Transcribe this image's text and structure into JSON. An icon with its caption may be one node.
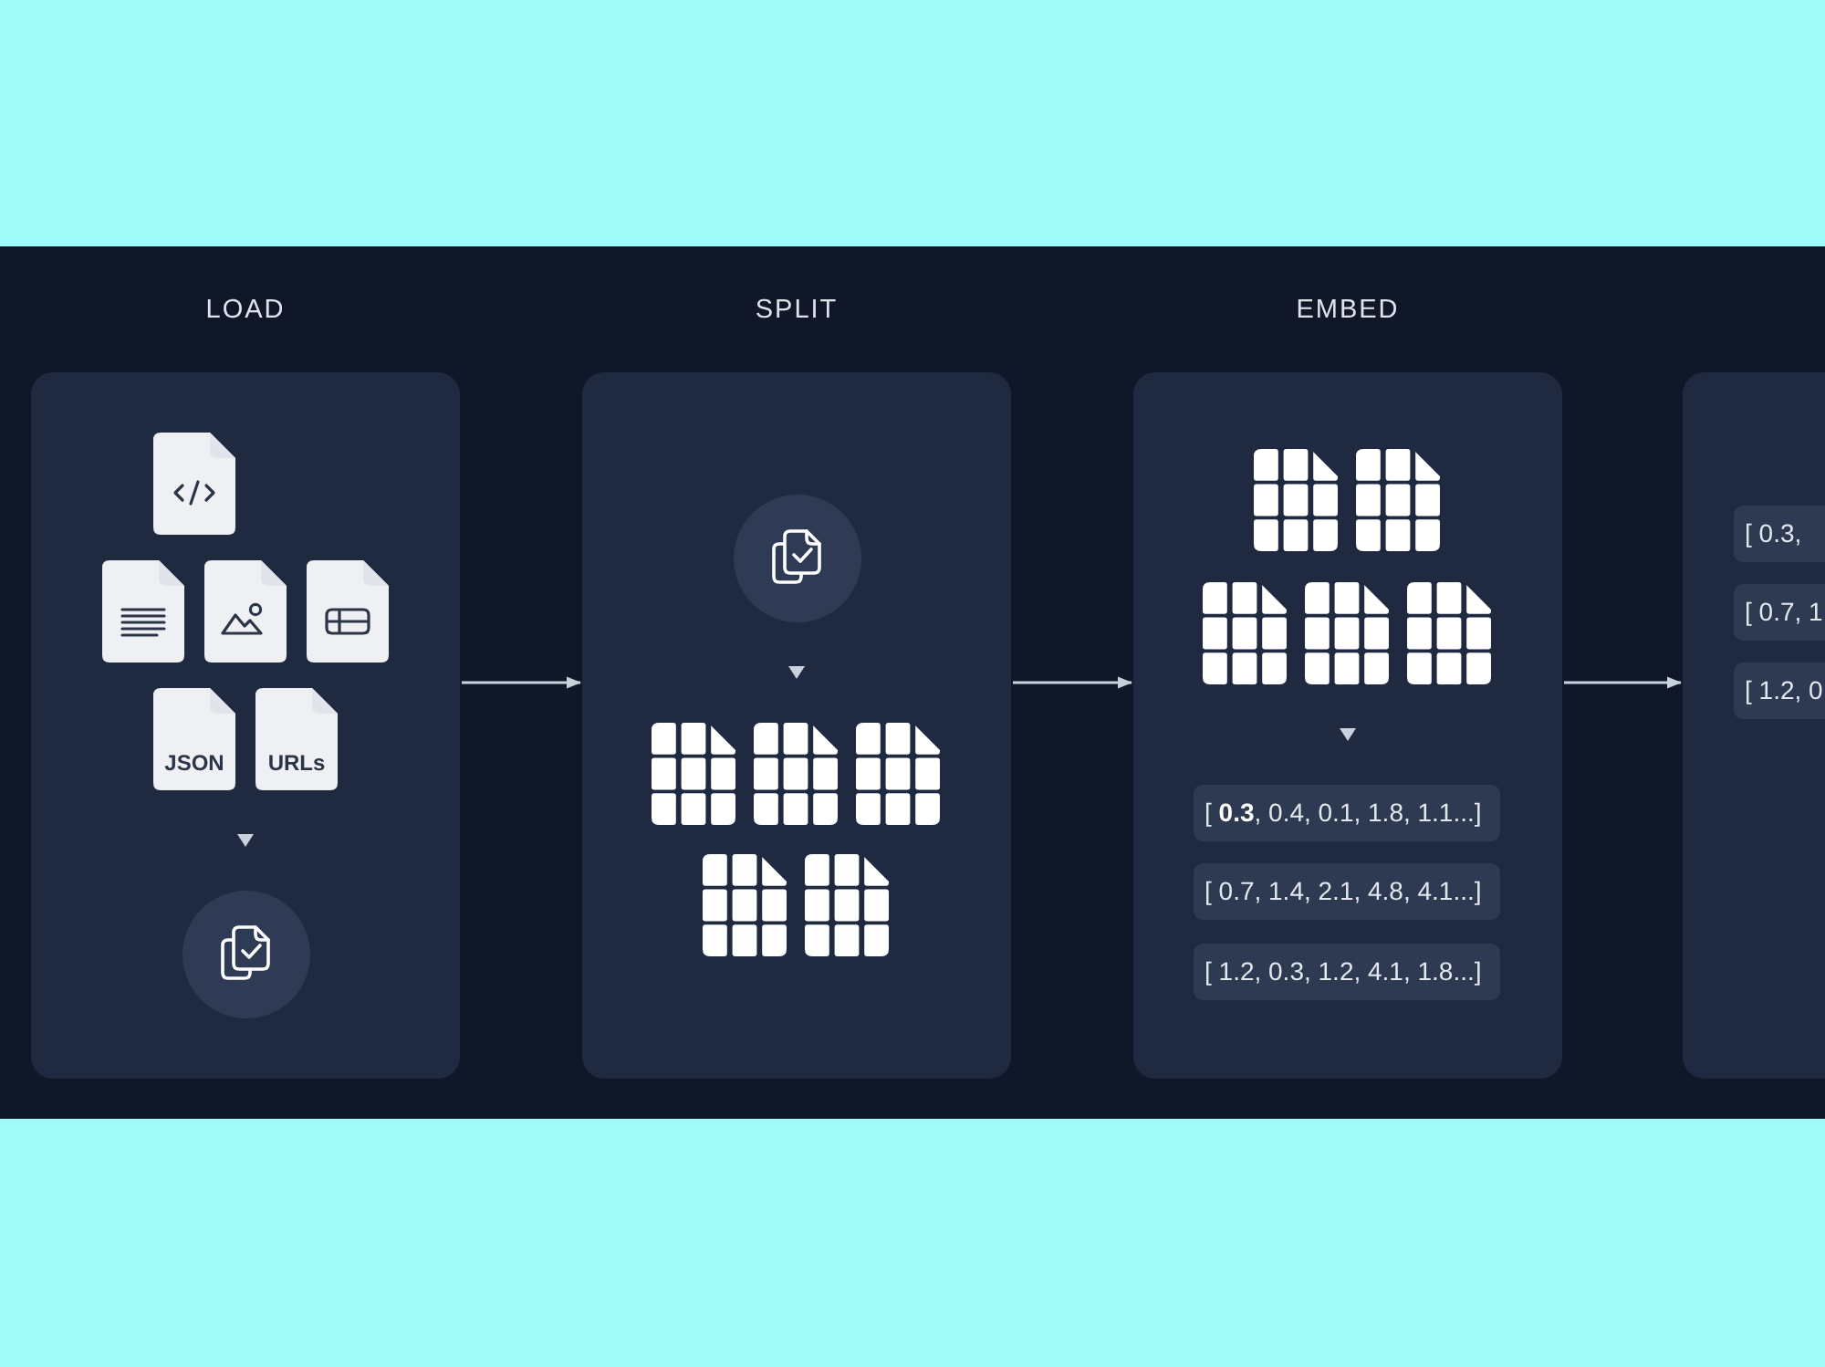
{
  "diagram": {
    "nodes": [
      {
        "text": [
          "LOAD"
        ]
      },
      {
        "text": [],
        "shape": "document",
        "in": 0
      },
      {
        "text": [],
        "shape": "document",
        "in": 0
      },
      {
        "text": [],
        "shape": "document",
        "in": 0
      },
      {
        "text": [],
        "shape": "document",
        "in": 0
      },
      {
        "text": [
          "JSON"
        ],
        "in": 0
      },
      {
        "text": [
          "URLs"
        ],
        "in": 0
      },
      {
        "text": [],
        "shape": "circle",
        "in": 0
      },
      {
        "text": [
          "SPLIT"
        ]
      },
      {
        "text": [],
        "shape": "circle",
        "in": 8
      },
      {
        "text": [],
        "shape": "document",
        "in": 8
      },
      {
        "text": [],
        "shape": "document",
        "in": 8
      },
      {
        "text": [],
        "shape": "document",
        "in": 8
      },
      {
        "text": [],
        "shape": "document",
        "in": 8
      },
      {
        "text": [],
        "shape": "document",
        "in": 8
      },
      {
        "text": [
          "EMBED"
        ]
      },
      {
        "text": [],
        "shape": "document",
        "in": 15
      },
      {
        "text": [],
        "shape": "document",
        "in": 15
      },
      {
        "text": [],
        "shape": "document",
        "in": 15
      },
      {
        "text": [],
        "shape": "document",
        "in": 15
      },
      {
        "text": [],
        "shape": "document",
        "in": 15
      },
      {
        "text": [
          "[ **0.3**, 0.4, 0.1, 1.8, 1.1...]"
        ],
        "in": 15
      },
      {
        "text": [
          "[ 0.7, 1.4, 2.1, 4.8, 4.1...]"
        ],
        "in": 15
      },
      {
        "text": [
          "[ 1.2, 0.3, 1.2, 4.1, 1.8...]"
        ],
        "in": 15
      },
      {
        "text": [],
        "shape": "box"
      },
      {
        "text": [
          "[ 0.3,"
        ],
        "in": 24
      },
      {
        "text": [
          "[ 0.7, 1"
        ],
        "in": 24
      },
      {
        "text": [
          "[ 1.2, 0"
        ],
        "in": 24
      }
    ],
    "edges": [
      {
        "from": 5,
        "to": 7,
        "arrow": "to"
      },
      {
        "from": 6,
        "to": 7,
        "arrow": "to"
      },
      {
        "from": 0,
        "to": 8,
        "arrow": "to"
      },
      {
        "from": 9,
        "to": 11,
        "arrow": "to"
      },
      {
        "from": 8,
        "to": 15,
        "arrow": "to"
      },
      {
        "from": 19,
        "to": 21,
        "arrow": "to"
      },
      {
        "from": 15,
        "to": 24,
        "arrow": "to"
      }
    ]
  }
}
